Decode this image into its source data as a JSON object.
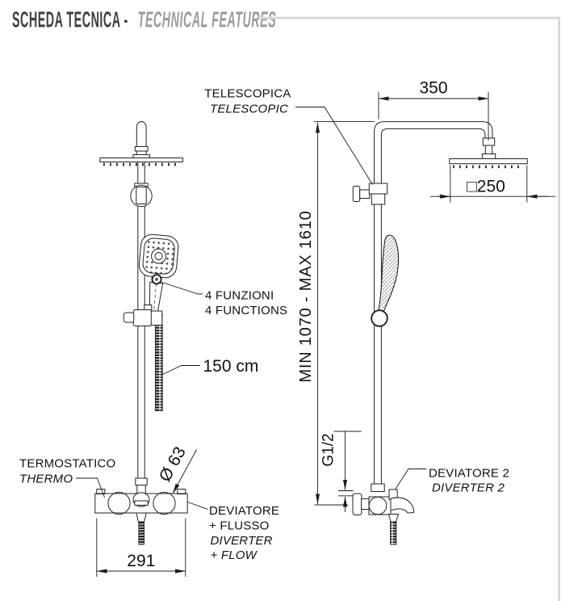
{
  "title": {
    "it": "SCHEDA TECNICA -",
    "en": "TECHNICAL FEATURES"
  },
  "colors": {
    "title_primary": "#3f3f3f",
    "title_secondary": "#9b9b9b",
    "frame": "#d9d9d9",
    "drawing_line": "#222222"
  },
  "front_view": {
    "functions_it": "4 FUNZIONI",
    "functions_en": "4 FUNCTIONS",
    "hose_length": "150 cm",
    "thermostatic_it": "TERMOSTATICO",
    "thermostatic_en": "THERMO",
    "diverter_it_1": "DEVIATORE",
    "diverter_it_2": "+ FLUSSO",
    "diverter_en_1": "DIVERTER",
    "diverter_en_2": "+ FLOW",
    "knob_diameter": "Ø 63",
    "base_width_mm": "291"
  },
  "side_view": {
    "telescopic_it": "TELESCOPICA",
    "telescopic_en": "TELESCOPIC",
    "arm_length_mm": "350",
    "head_size_mm": "□250",
    "height_range_mm": "MIN 1070  -  MAX 1610",
    "connection_thread": "G1/2",
    "diverter2_it": "DEVIATORE 2",
    "diverter2_en": "DIVERTER 2"
  }
}
